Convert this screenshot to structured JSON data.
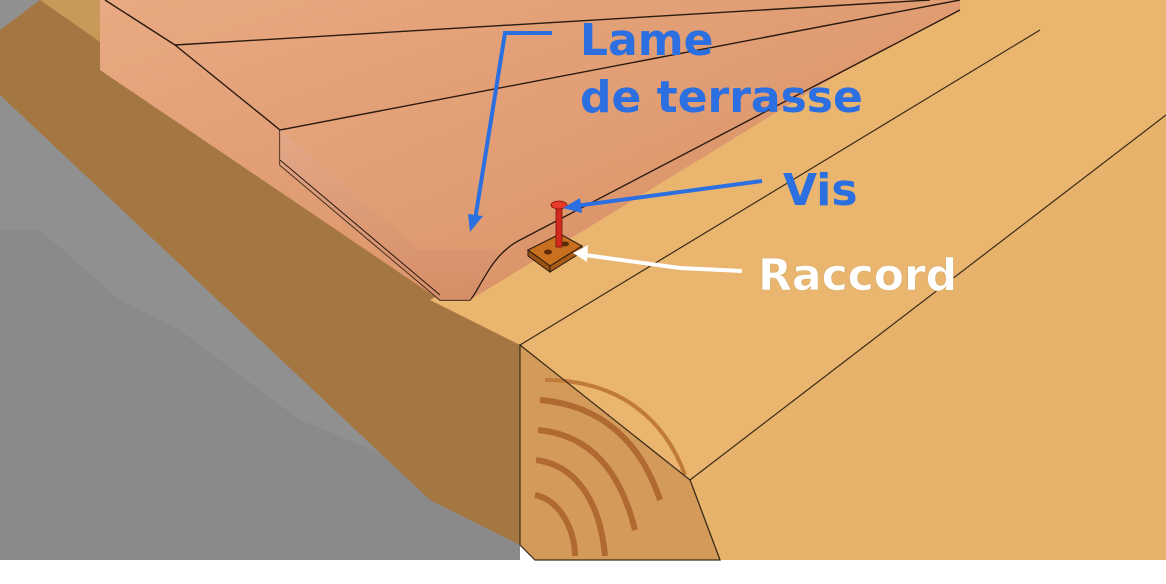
{
  "labels": {
    "deck_board_line1": "Lame",
    "deck_board_line2": "de terrasse",
    "screw": "Vis",
    "connector": "Raccord"
  },
  "colors": {
    "label_blue": "#2b6fe0",
    "label_white": "#ffffff",
    "board": "#dc9a72",
    "joist_top": "#e9b46e",
    "joist_side": "#a87a45",
    "shadow": "#8f8f8f",
    "screw": "#d42a1e",
    "connector": "#c8701e"
  },
  "icons": [
    "deck-board",
    "joist",
    "screw",
    "connector-plate"
  ]
}
